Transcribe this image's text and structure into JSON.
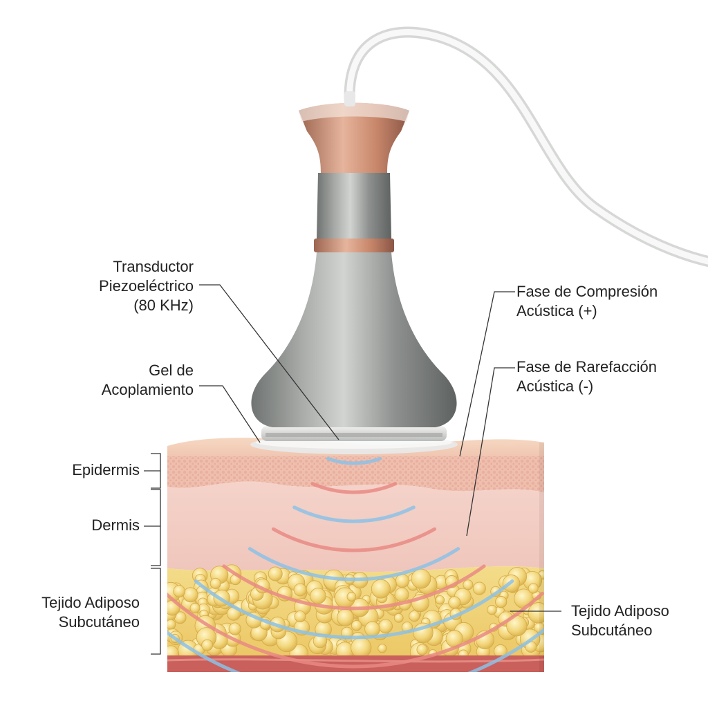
{
  "labels": {
    "transducer": [
      "Transductor",
      "Piezoeléctrico",
      "(80 KHz)"
    ],
    "gel": [
      "Gel de",
      "Acoplamiento"
    ],
    "epidermis": "Epidermis",
    "dermis": "Dermis",
    "adipose_left": [
      "Tejido Adiposo",
      "Subcutáneo"
    ],
    "compression": [
      "Fase de Compresión",
      "Acústica (+)"
    ],
    "rarefaction": [
      "Fase de Rarefacción",
      "Acústica (-)"
    ],
    "adipose_right": [
      "Tejido Adiposo",
      "Subcutáneo"
    ]
  },
  "colors": {
    "compression_wave": "#e98a84",
    "rarefaction_wave": "#8cc1e6",
    "device_metal": "#9a9d9b",
    "device_copper": "#c98a6f",
    "epidermis": "#efc2ad",
    "dermis": "#f3cfc6",
    "fat": "#f2d77a",
    "muscle": "#c9605c"
  }
}
